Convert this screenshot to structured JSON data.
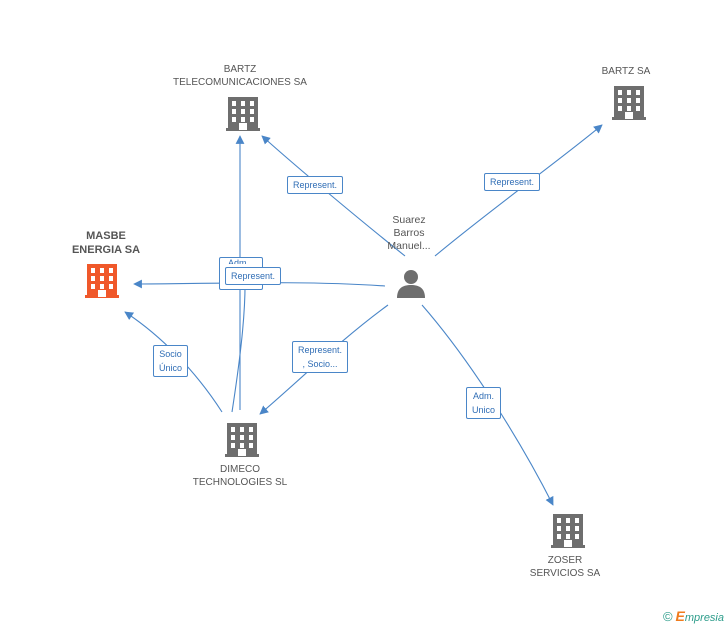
{
  "colors": {
    "edge": "#4a86c8",
    "building": "#6e6e6e",
    "main_building": "#f0582a",
    "person": "#6e6e6e"
  },
  "nodes": {
    "bartz_telecom": {
      "label_line1": "BARTZ",
      "label_line2": "TELECOMUNICACIONES SA",
      "icon": "building-icon"
    },
    "bartz_sa": {
      "label_line1": "BARTZ SA",
      "icon": "building-icon"
    },
    "masbe": {
      "label_line1": "MASBE",
      "label_line2": "ENERGIA SA",
      "icon": "building-icon"
    },
    "suarez": {
      "label_line1": "Suarez",
      "label_line2": "Barros",
      "label_line3": "Manuel...",
      "icon": "person-icon"
    },
    "dimeco": {
      "label_line1": "DIMECO",
      "label_line2": "TECHNOLOGIES SL",
      "icon": "building-icon"
    },
    "zoser": {
      "label_line1": "ZOSER",
      "label_line2": "SERVICIOS SA",
      "icon": "building-icon"
    }
  },
  "edges": {
    "e1": {
      "line1": "Represent."
    },
    "e2": {
      "line1": "Represent."
    },
    "e3": {
      "line1": "Adm..."
    },
    "e4": {
      "line1": "Represent."
    },
    "e5": {
      "line1": "Socio",
      "line2": "Único"
    },
    "e6": {
      "line1": "Represent.",
      "line2": ", Socio..."
    },
    "e7": {
      "line1": "Adm.",
      "line2": "Unico"
    }
  },
  "footer": {
    "copyright": "©",
    "brand_initial": "E",
    "brand_rest": "mpresia"
  }
}
